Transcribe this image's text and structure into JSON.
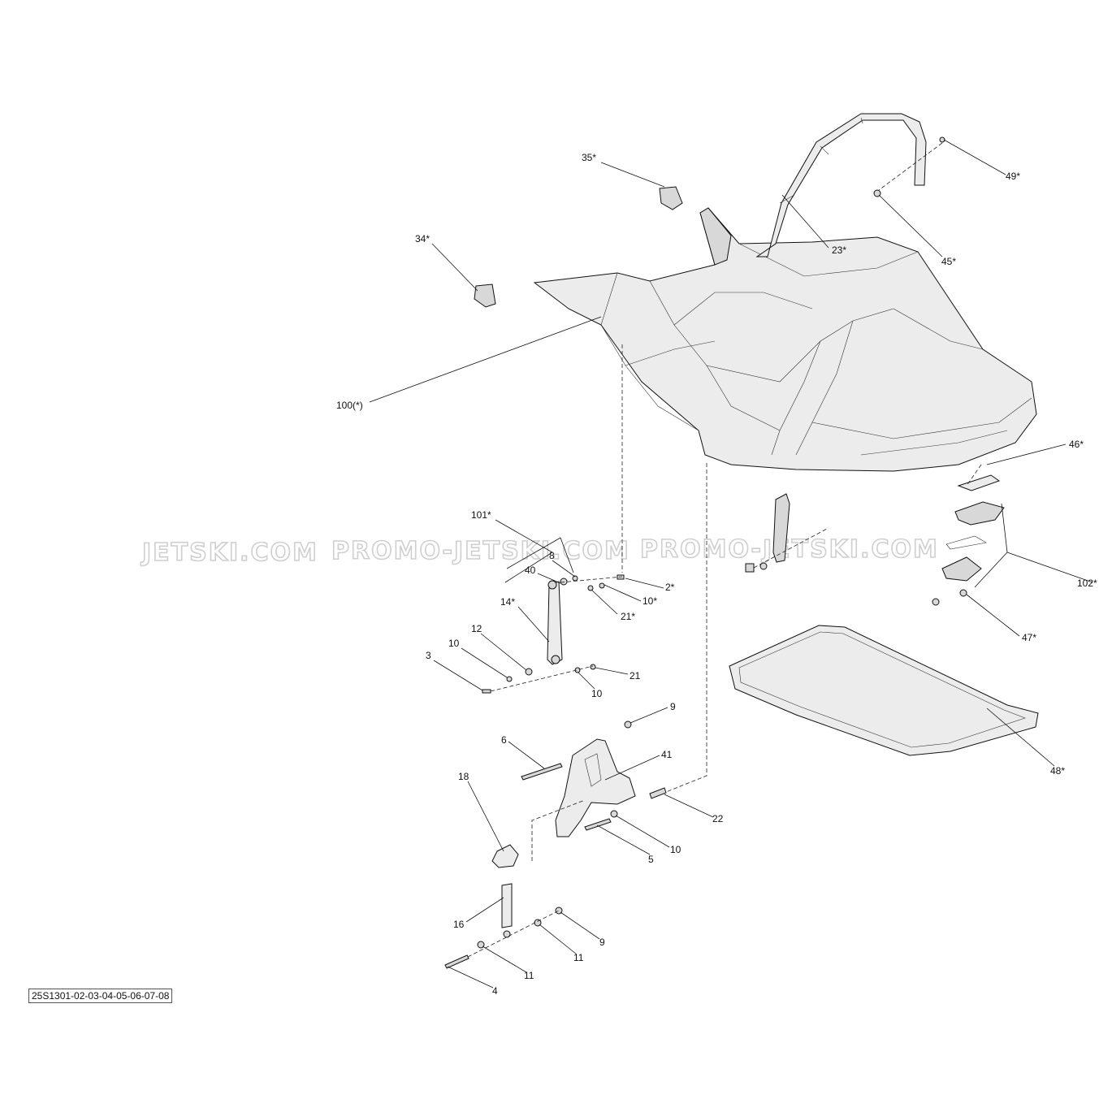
{
  "watermarks": [
    "JETSKI.COM",
    "PROMO-JETSKI.COM",
    "PROMO-JETSKI.COM"
  ],
  "drawing_code": "25S1301-02-03-04-05-06-07-08",
  "callouts": {
    "c35": "35*",
    "c49": "49*",
    "c34": "34*",
    "c23": "23*",
    "c45": "45*",
    "c100": "100(*)",
    "c46": "46*",
    "c101": "101*",
    "c40": "40",
    "c8": "8",
    "c2": "2*",
    "c10a": "10*",
    "c21a": "21*",
    "c14": "14*",
    "c12": "12",
    "c10b": "10",
    "c3": "3",
    "c21b": "21",
    "c10c": "10",
    "c102": "102*",
    "c47": "47*",
    "c9a": "9",
    "c6": "6",
    "c41": "41",
    "c48": "48*",
    "c18": "18",
    "c22": "22",
    "c10d": "10",
    "c5": "5",
    "c16": "16",
    "c9b": "9",
    "c11a": "11",
    "c11b": "11",
    "c4": "4"
  }
}
